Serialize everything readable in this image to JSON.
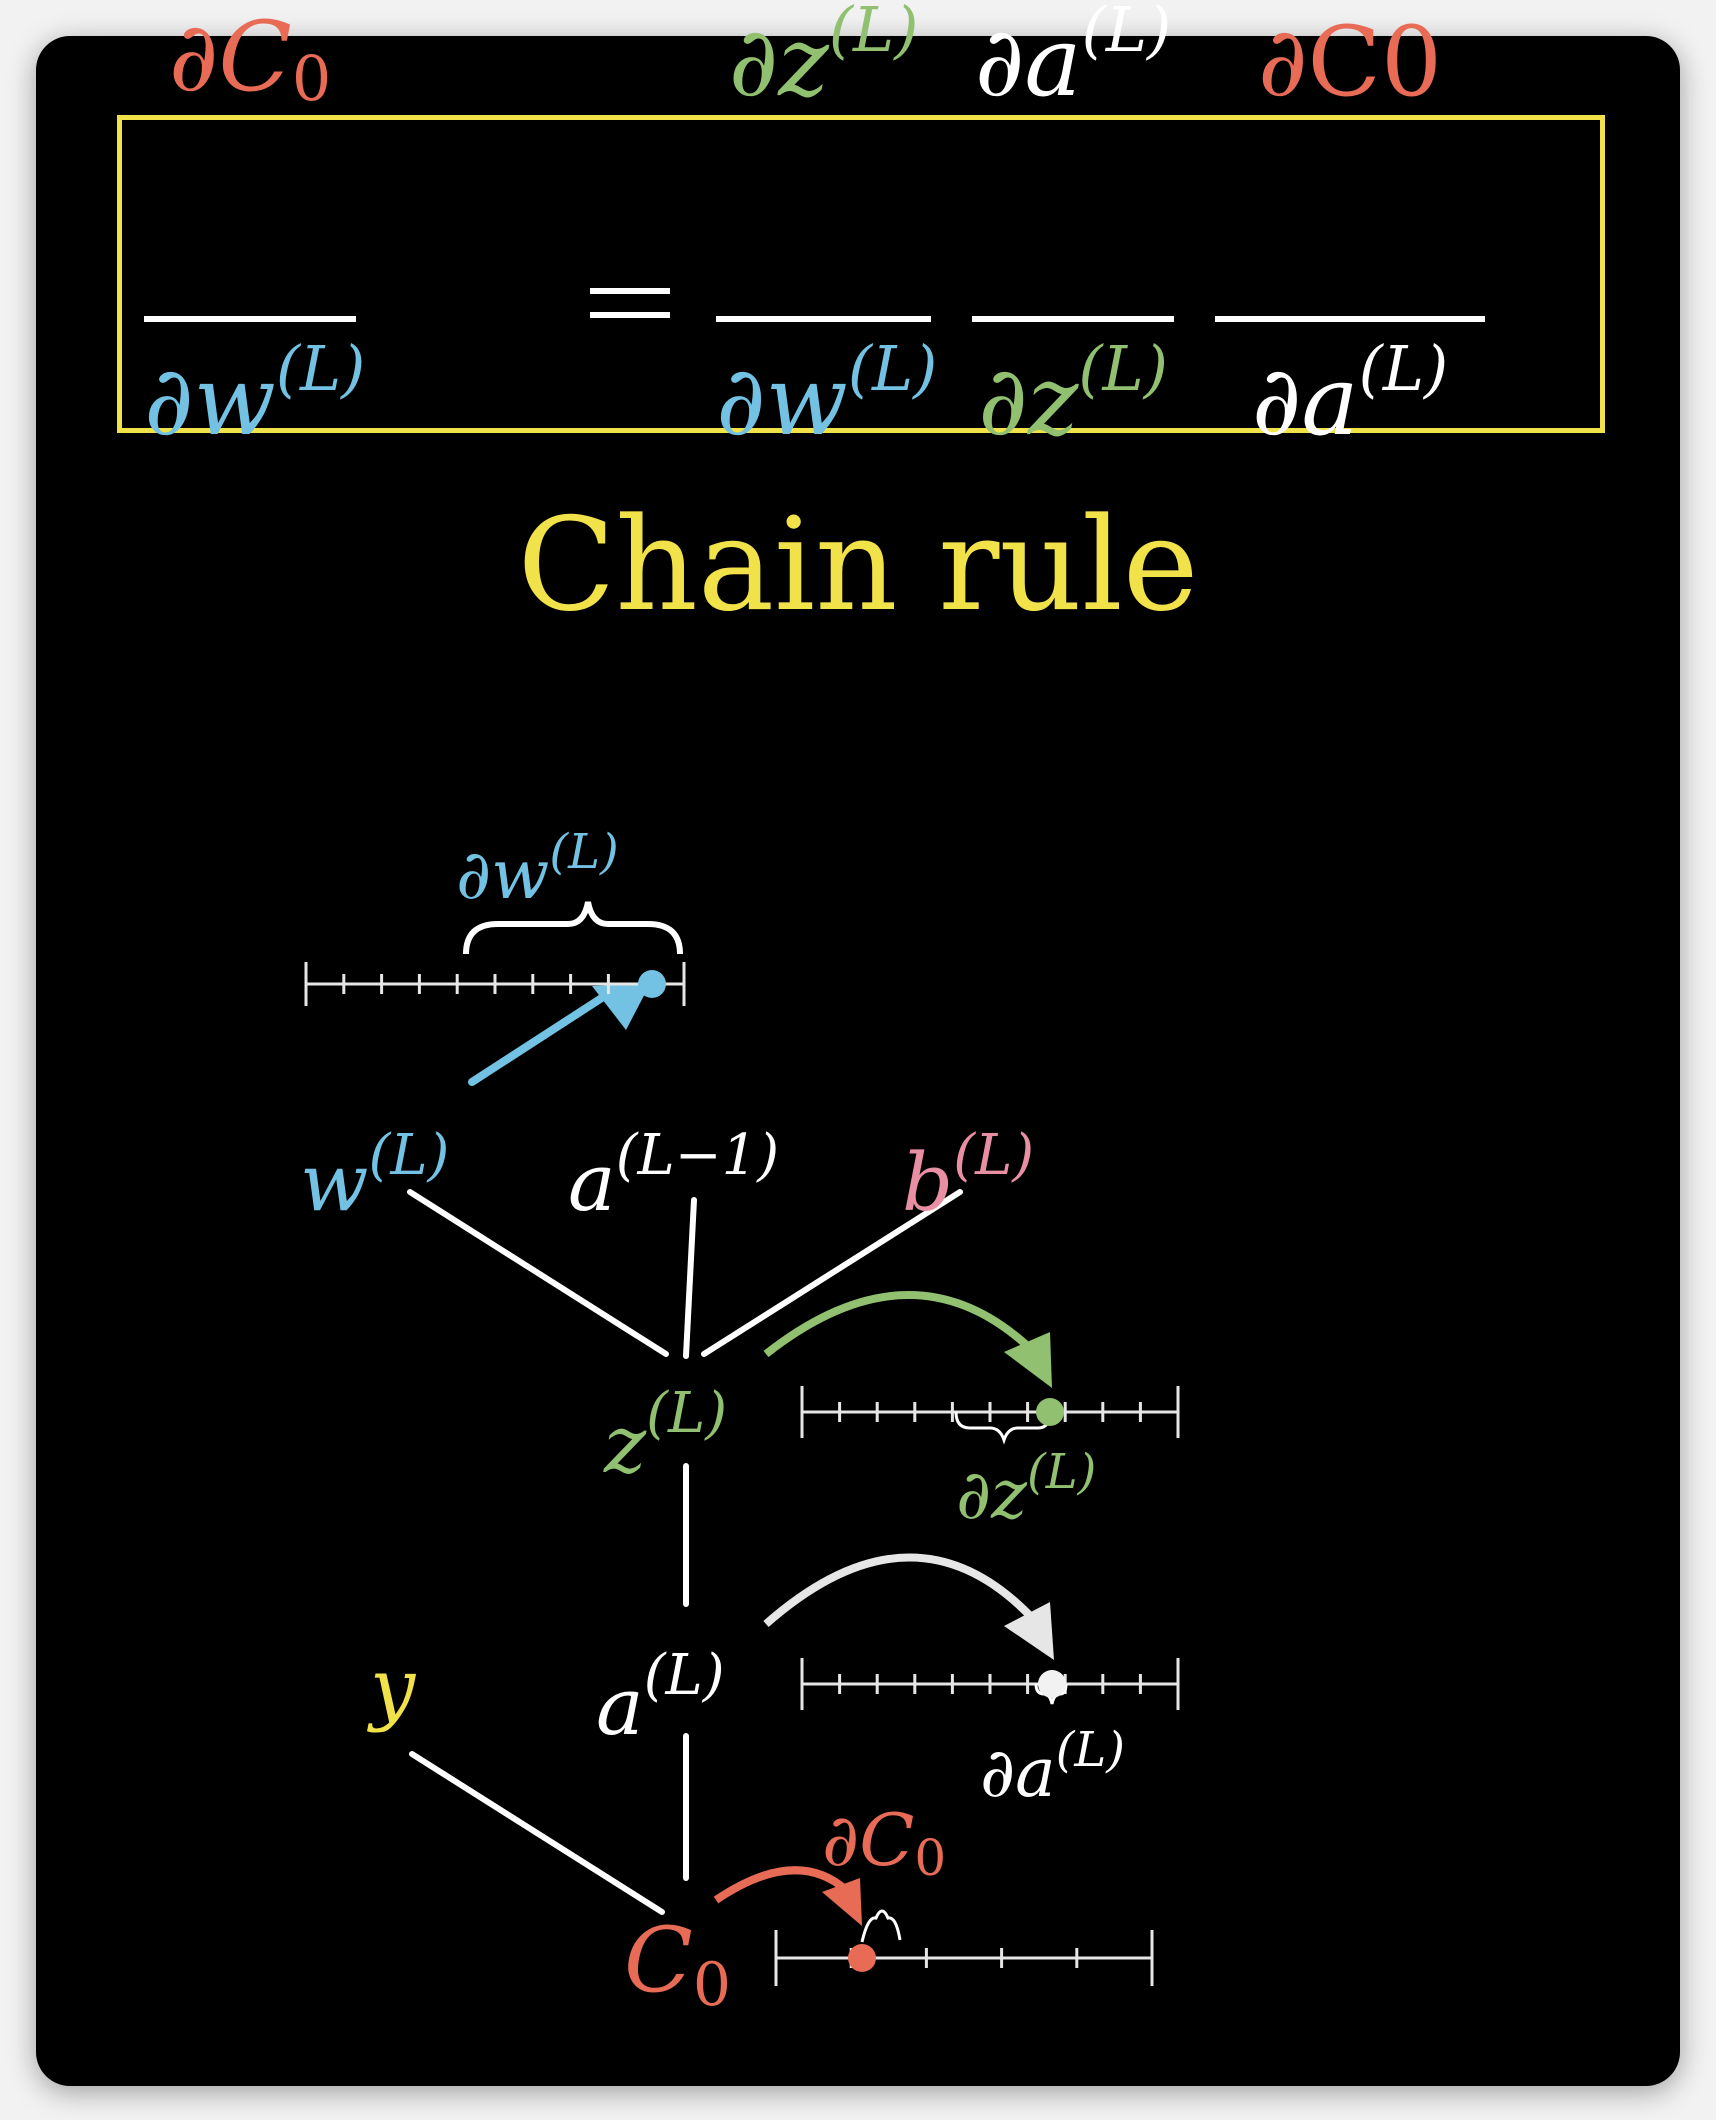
{
  "equation": {
    "lhs": {
      "num_base": "∂C",
      "num_sub": "0",
      "den_base": "∂w",
      "den_sup": "(L)"
    },
    "equals": "=",
    "factor1": {
      "num_base": "∂z",
      "num_sup": "(L)",
      "den_base": "∂w",
      "den_sup": "(L)"
    },
    "factor2": {
      "num_base": "∂a",
      "num_sup": "(L)",
      "den_base": "∂z",
      "den_sup": "(L)"
    },
    "factor3": {
      "num_base": "∂C0",
      "den_base": "∂a",
      "den_sup": "(L)"
    }
  },
  "title": "Chain rule",
  "nodes": {
    "w": {
      "base": "w",
      "sup": "(L)"
    },
    "a_prev": {
      "base": "a",
      "sup": "(L−1)"
    },
    "b": {
      "base": "b",
      "sup": "(L)"
    },
    "z": {
      "base": "z",
      "sup": "(L)"
    },
    "a": {
      "base": "a",
      "sup": "(L)"
    },
    "y": {
      "base": "y"
    },
    "C0": {
      "base": "C",
      "sub": "0"
    }
  },
  "nudges": {
    "dw": {
      "base": "∂w",
      "sup": "(L)"
    },
    "dz": {
      "base": "∂z",
      "sup": "(L)"
    },
    "da": {
      "base": "∂a",
      "sup": "(L)"
    },
    "dC0": {
      "base": "∂C",
      "sub": "0"
    }
  },
  "colors": {
    "background": "#000000",
    "box": "#f2e24a",
    "cost": "#e86b55",
    "weight": "#73c1e3",
    "z": "#90c070",
    "activation": "#ffffff",
    "target": "#f2e24a",
    "bias": "#e98fa4"
  }
}
